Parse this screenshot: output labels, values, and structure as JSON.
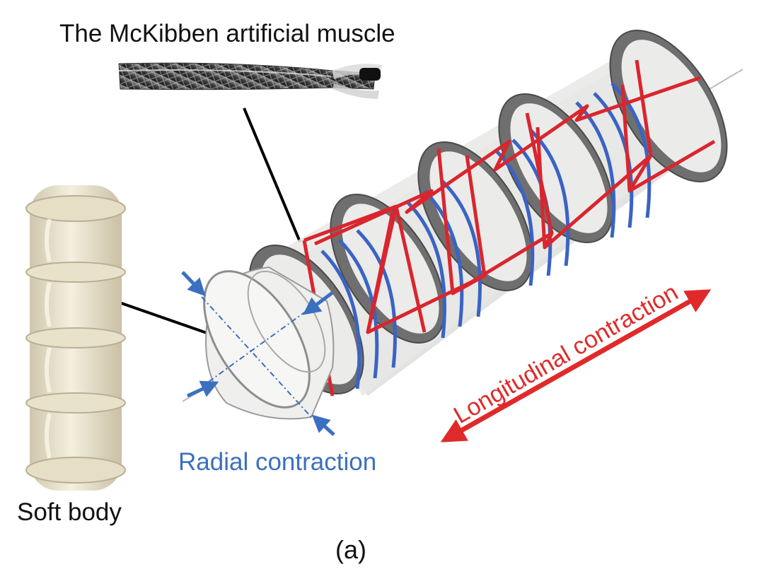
{
  "labels": {
    "title": "The McKibben artificial muscle",
    "soft_body": "Soft body",
    "radial": "Radial contraction",
    "longitudinal": "Longitudinal contraction",
    "caption": "(a)"
  },
  "colors": {
    "text": "#111111",
    "radial": "#3b6fbf",
    "longitudinal": "#e02a2a",
    "red_rope": "#d9262e",
    "blue_coil": "#3a63c4",
    "membrane": "#e9e9e7",
    "flange": "#6b6b6b",
    "soft_body": "#ece6d2"
  },
  "icons": [
    "cable-photo",
    "soft-body-photo",
    "cylinder-model"
  ]
}
